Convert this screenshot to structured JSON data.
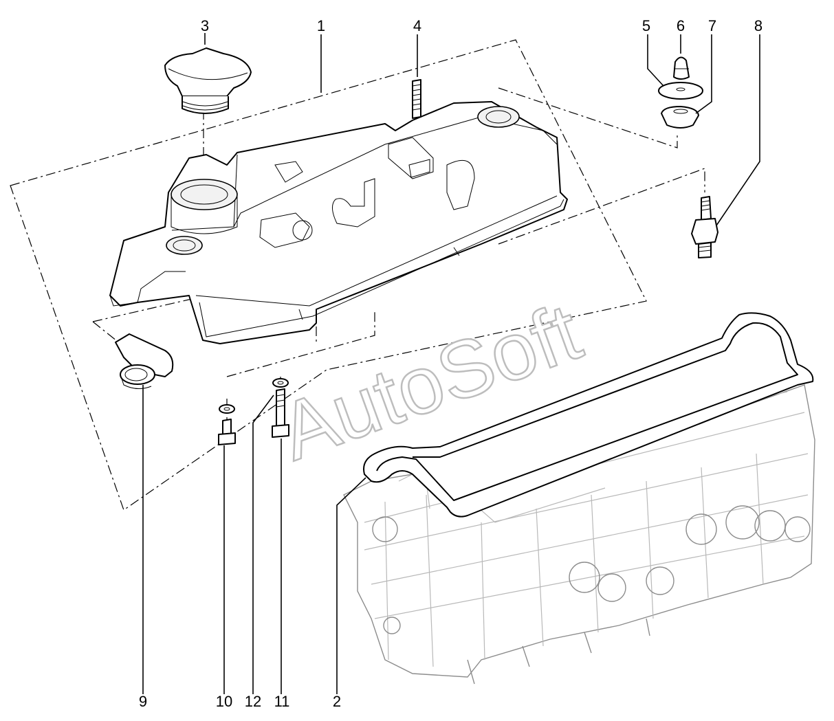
{
  "diagram": {
    "watermark": "AutoSoft",
    "callouts": [
      {
        "id": "c1",
        "label": "1"
      },
      {
        "id": "c2",
        "label": "2"
      },
      {
        "id": "c3",
        "label": "3"
      },
      {
        "id": "c4",
        "label": "4"
      },
      {
        "id": "c5",
        "label": "5"
      },
      {
        "id": "c6",
        "label": "6"
      },
      {
        "id": "c7",
        "label": "7"
      },
      {
        "id": "c8",
        "label": "8"
      },
      {
        "id": "c9",
        "label": "9"
      },
      {
        "id": "c10",
        "label": "10"
      },
      {
        "id": "c11",
        "label": "11"
      },
      {
        "id": "c12",
        "label": "12"
      }
    ]
  }
}
